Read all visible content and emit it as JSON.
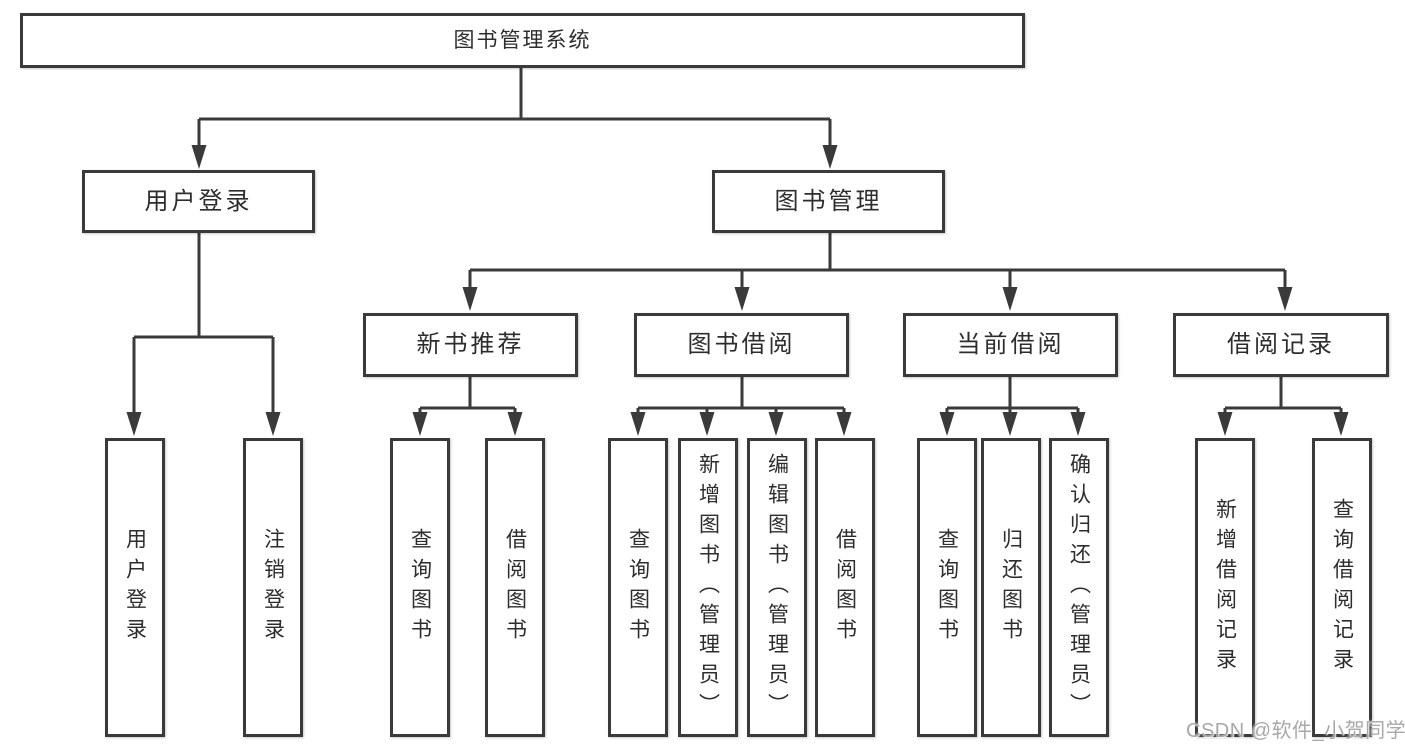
{
  "diagram": {
    "title": "图书管理系统",
    "type": "hierarchy-tree",
    "colors": {
      "line": "#3a3a3a",
      "box_border": "#3a3a3a",
      "box_background": "#ffffff",
      "text": "#2d2d2d",
      "watermark": "#a8a8a8"
    }
  },
  "nodes": [
    {
      "id": "system",
      "label": "图书管理系统",
      "parent": null
    },
    {
      "id": "user-login-module",
      "label": "用户登录",
      "parent": "system"
    },
    {
      "id": "book-management",
      "label": "图书管理",
      "parent": "system"
    },
    {
      "id": "new-book-rec",
      "label": "新书推荐",
      "parent": "book-management"
    },
    {
      "id": "book-borrow",
      "label": "图书借阅",
      "parent": "book-management"
    },
    {
      "id": "current-borrow",
      "label": "当前借阅",
      "parent": "book-management"
    },
    {
      "id": "borrow-records",
      "label": "借阅记录",
      "parent": "book-management"
    },
    {
      "id": "login",
      "label": "用户登录",
      "parent": "user-login-module"
    },
    {
      "id": "logout",
      "label": "注销登录",
      "parent": "user-login-module"
    },
    {
      "id": "query-books-rec",
      "label": "查询图书",
      "parent": "new-book-rec"
    },
    {
      "id": "borrow-books-rec",
      "label": "借阅图书",
      "parent": "new-book-rec"
    },
    {
      "id": "query-books-borrow",
      "label": "查询图书",
      "parent": "book-borrow"
    },
    {
      "id": "add-books-admin",
      "label": "新增图书（管理员）",
      "parent": "book-borrow"
    },
    {
      "id": "edit-books-admin",
      "label": "编辑图书（管理员）",
      "parent": "book-borrow"
    },
    {
      "id": "borrow-books",
      "label": "借阅图书",
      "parent": "book-borrow"
    },
    {
      "id": "query-books-current",
      "label": "查询图书",
      "parent": "current-borrow"
    },
    {
      "id": "return-books",
      "label": "归还图书",
      "parent": "current-borrow"
    },
    {
      "id": "confirm-return-admin",
      "label": "确认归还（管理员）",
      "parent": "current-borrow"
    },
    {
      "id": "add-borrow-record",
      "label": "新增借阅记录",
      "parent": "borrow-records"
    },
    {
      "id": "query-borrow-record",
      "label": "查询借阅记录",
      "parent": "borrow-records"
    }
  ],
  "watermark": "CSDN @软件_小贺同学"
}
